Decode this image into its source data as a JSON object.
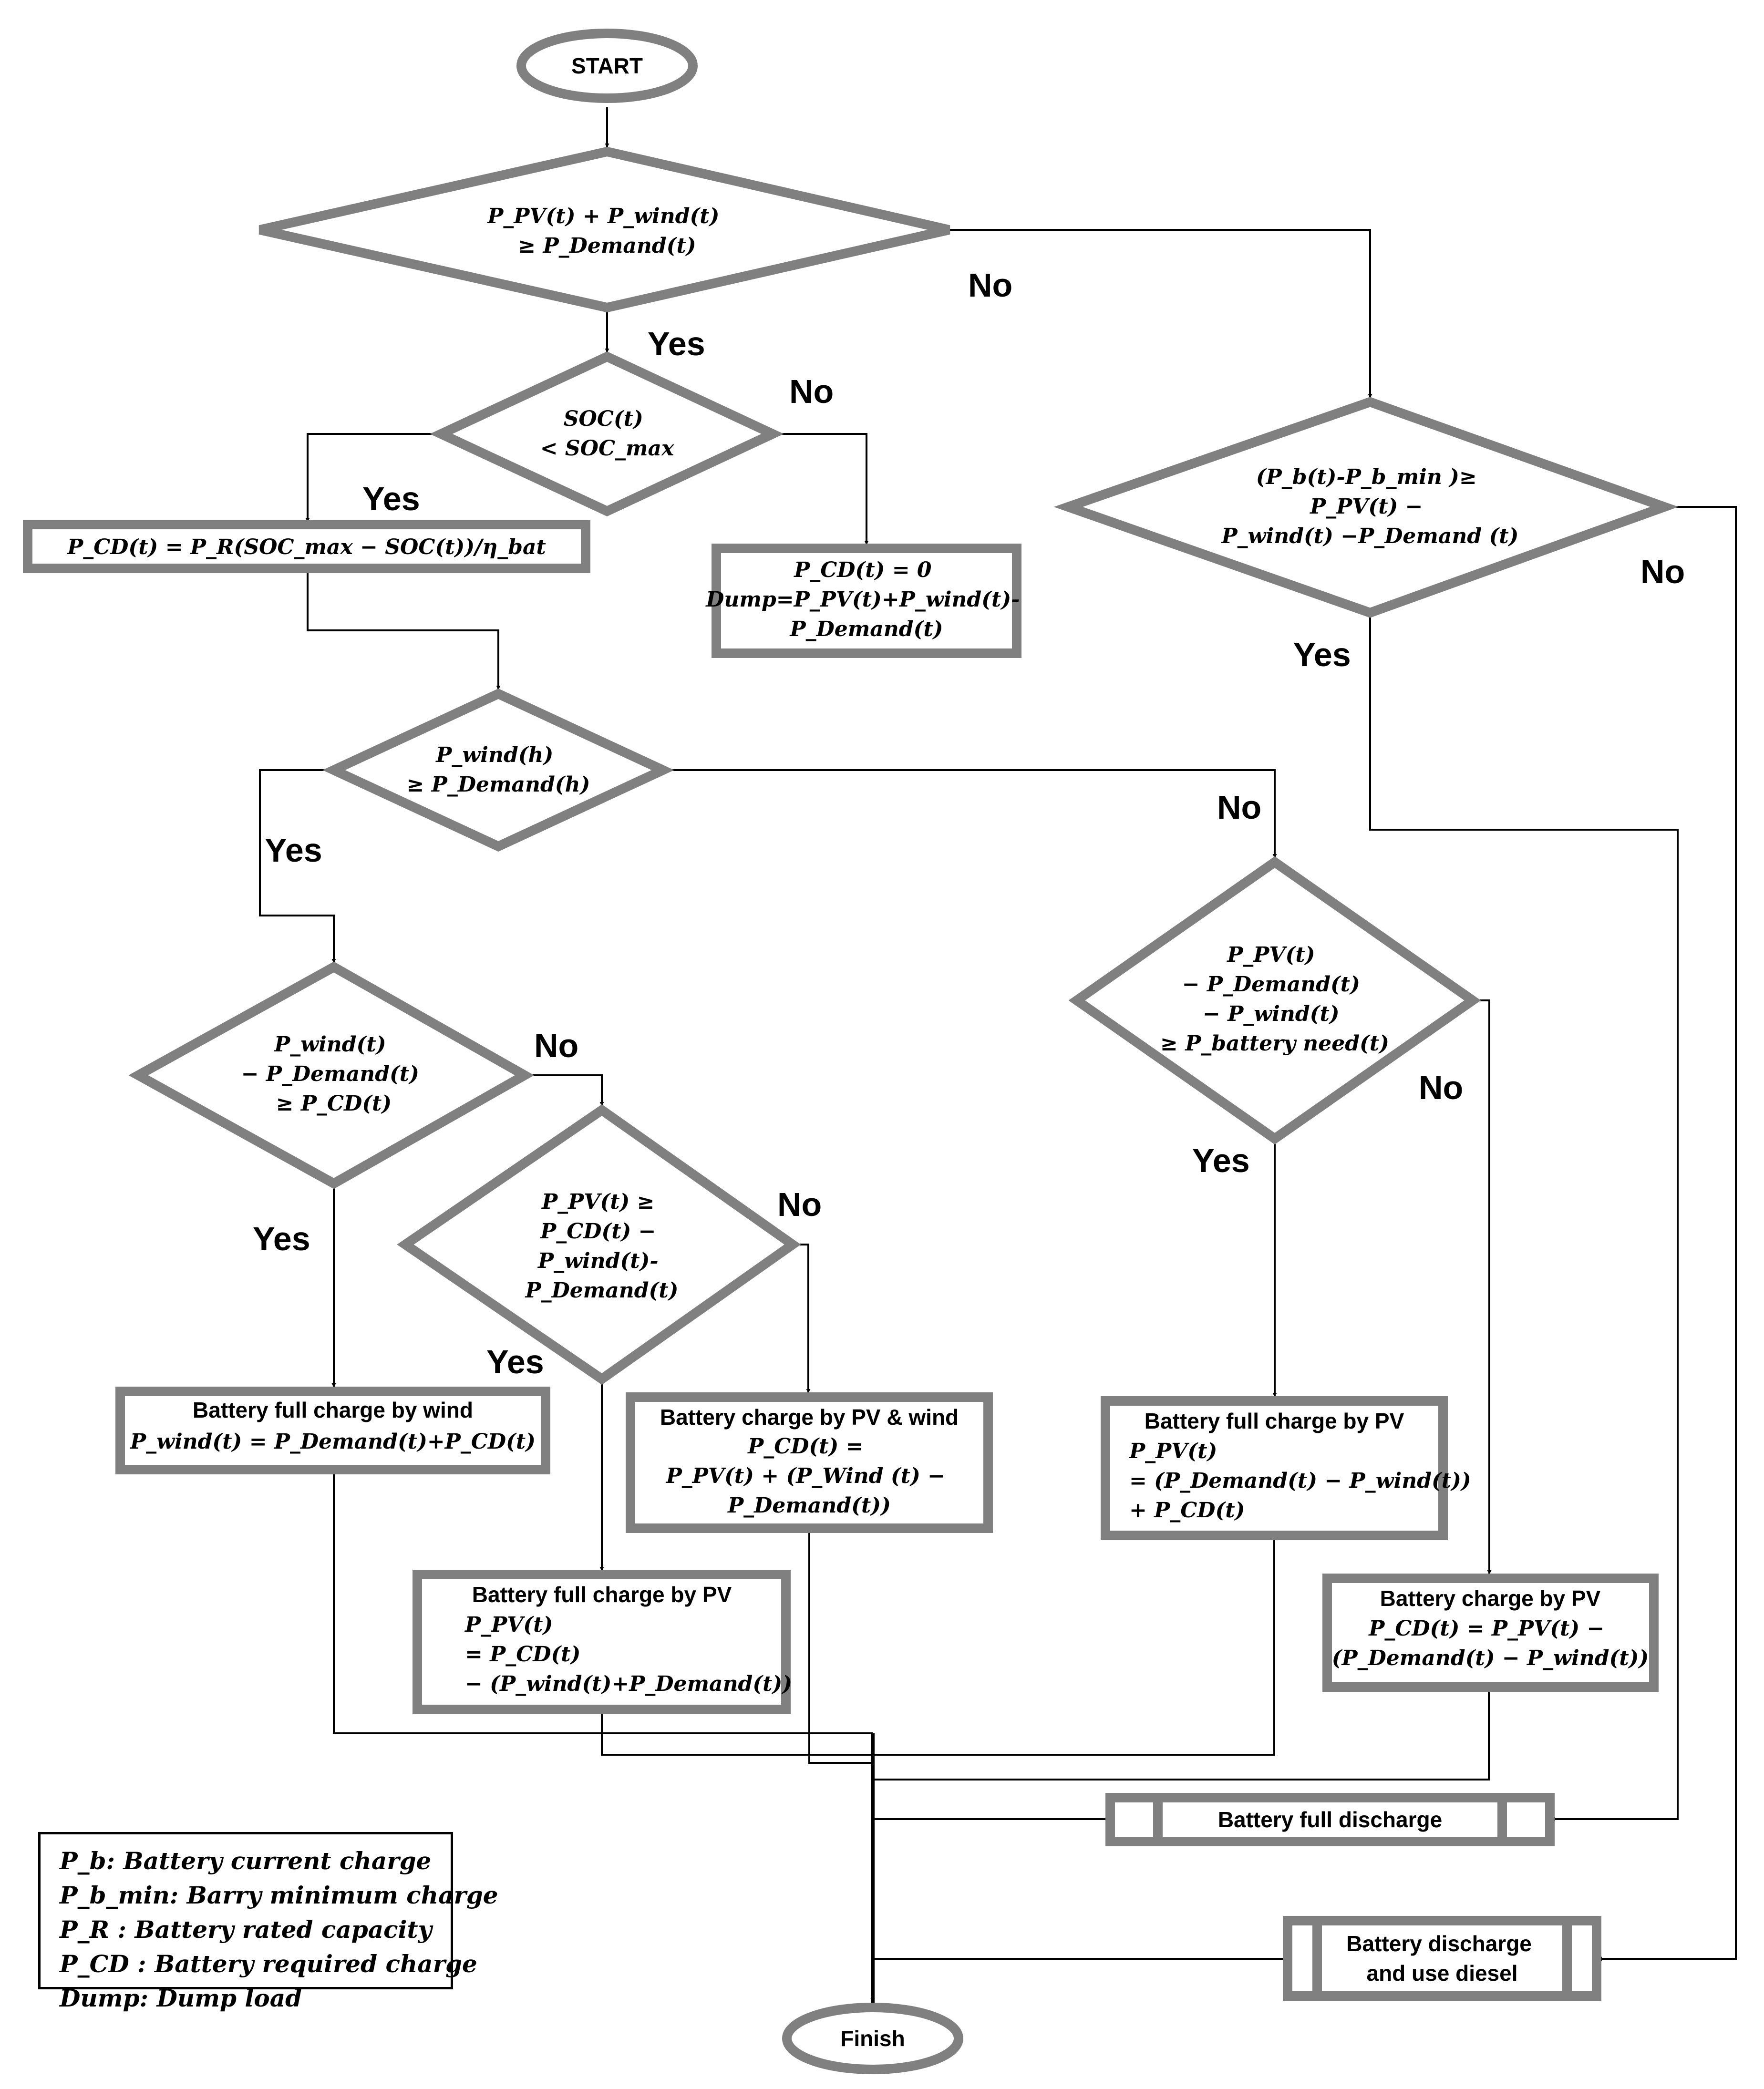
{
  "terminals": {
    "start": "START",
    "finish": "Finish"
  },
  "branch": {
    "yes": "Yes",
    "no": "No"
  },
  "decisions": {
    "d1": [
      "P_PV(t) + P_wind(t)",
      "≥ P_Demand(t)"
    ],
    "d2": [
      "SOC(t)",
      "< SOC_max"
    ],
    "d3": [
      "(P_b(t)-P_b_min )≥",
      "P_PV(t) −",
      "P_wind(t) −P_Demand (t)"
    ],
    "d4": [
      "P_wind(h)",
      "≥ P_Demand(h)"
    ],
    "d5": [
      "P_wind(t)",
      "− P_Demand(t)",
      "≥ P_CD(t)"
    ],
    "d6": [
      "P_PV(t) ≥",
      "P_CD(t) −",
      "P_wind(t)-",
      "P_Demand(t)"
    ],
    "d7": [
      "P_PV(t)",
      "− P_Demand(t)",
      "− P_wind(t)",
      "≥ P_battery need(t)"
    ]
  },
  "processes": {
    "pcd_formula": [
      "P_CD(t) = P_R(SOC_max − SOC(t))/η_bat"
    ],
    "dump": [
      "P_CD(t) = 0",
      "Dump=P_PV(t)+P_wind(t)-",
      "P_Demand(t)"
    ],
    "full_wind_title": "Battery full charge by wind",
    "full_wind": [
      "P_wind(t) = P_Demand(t)+P_CD(t)"
    ],
    "pv_wind_title": "Battery charge by PV & wind",
    "pv_wind": [
      "P_CD(t) =",
      "P_PV(t) + (P_Wind (t) −",
      "P_Demand(t))"
    ],
    "full_pv_a_title": "Battery full charge by PV",
    "full_pv_a": [
      "P_PV(t)",
      "= P_CD(t)",
      "− (P_wind(t)+P_Demand(t))"
    ],
    "full_pv_b_title": "Battery full charge by PV",
    "full_pv_b": [
      "P_PV(t)",
      "= (P_Demand(t) − P_wind(t))",
      "+ P_CD(t)"
    ],
    "charge_pv_title": "Battery charge by PV",
    "charge_pv": [
      "P_CD(t) = P_PV(t) −",
      "(P_Demand(t) − P_wind(t))"
    ],
    "full_discharge": "Battery full discharge",
    "discharge_diesel": [
      "Battery discharge",
      "and use diesel"
    ]
  },
  "legend": [
    "P_b: Battery current charge",
    "P_b_min: Barry minimum charge",
    "P_R : Battery rated capacity",
    "P_CD : Battery required charge",
    "Dump: Dump load"
  ]
}
